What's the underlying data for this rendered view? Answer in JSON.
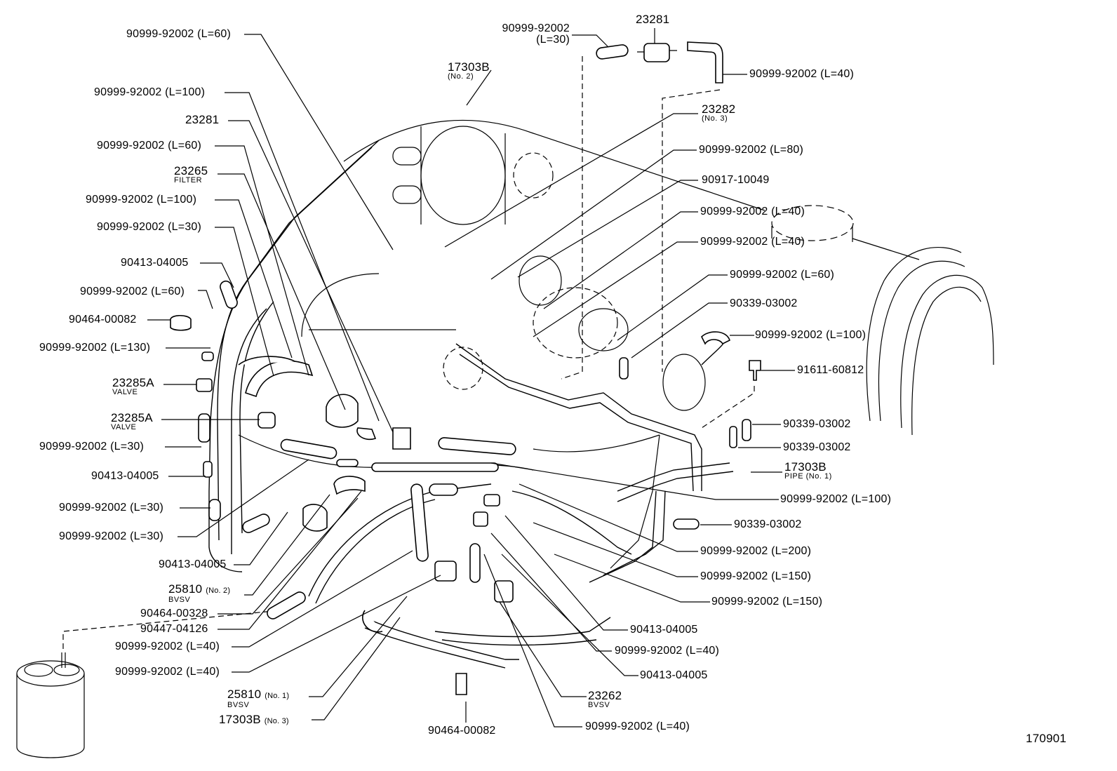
{
  "diagram_id": "170901",
  "labels": [
    {
      "id": "l01",
      "text": "90999-92002 (L=60)"
    },
    {
      "id": "l02",
      "text": "90999-92002 (L=100)"
    },
    {
      "id": "l03",
      "text": "23281"
    },
    {
      "id": "l04",
      "text": "90999-92002 (L=60)"
    },
    {
      "id": "l05",
      "text": "23265",
      "sub": "FILTER"
    },
    {
      "id": "l06",
      "text": "90999-92002 (L=100)"
    },
    {
      "id": "l07",
      "text": "90999-92002 (L=30)"
    },
    {
      "id": "l08",
      "text": "90413-04005"
    },
    {
      "id": "l09",
      "text": "90999-92002 (L=60)"
    },
    {
      "id": "l10",
      "text": "90464-00082"
    },
    {
      "id": "l11",
      "text": "90999-92002 (L=130)"
    },
    {
      "id": "l12",
      "text": "23285A",
      "sub": "VALVE"
    },
    {
      "id": "l13",
      "text": "23285A",
      "sub": "VALVE"
    },
    {
      "id": "l14",
      "text": "90999-92002 (L=30)"
    },
    {
      "id": "l15",
      "text": "90413-04005"
    },
    {
      "id": "l16",
      "text": "90999-92002 (L=30)"
    },
    {
      "id": "l17",
      "text": "90999-92002 (L=30)"
    },
    {
      "id": "l18",
      "text": "90413-04005"
    },
    {
      "id": "l19",
      "text": "25810",
      "note": "(No. 2)",
      "sub": "BVSV"
    },
    {
      "id": "l20",
      "text": "90464-00328"
    },
    {
      "id": "l21",
      "text": "90447-04126"
    },
    {
      "id": "l22",
      "text": "90999-92002 (L=40)"
    },
    {
      "id": "l23",
      "text": "90999-92002 (L=40)"
    },
    {
      "id": "l24",
      "text": "25810",
      "note": "(No. 1)",
      "sub": "BVSV"
    },
    {
      "id": "l25",
      "text": "17303B",
      "note": "(No. 3)"
    },
    {
      "id": "l26",
      "text": "90464-00082"
    },
    {
      "id": "l27",
      "text": "90999-92002",
      "note": "(L=30)"
    },
    {
      "id": "l28",
      "text": "23281"
    },
    {
      "id": "l29",
      "text": "17303B",
      "sub": "(No. 2)"
    },
    {
      "id": "l30",
      "text": "90999-92002 (L=40)"
    },
    {
      "id": "l31",
      "text": "23282",
      "sub": "(No. 3)"
    },
    {
      "id": "l32",
      "text": "90999-92002 (L=80)"
    },
    {
      "id": "l33",
      "text": "90917-10049"
    },
    {
      "id": "l34",
      "text": "90999-92002 (L=40)"
    },
    {
      "id": "l35",
      "text": "90999-92002 (L=40)"
    },
    {
      "id": "l36",
      "text": "90999-92002 (L=60)"
    },
    {
      "id": "l37",
      "text": "90339-03002"
    },
    {
      "id": "l38",
      "text": "90999-92002  (L=100)"
    },
    {
      "id": "l39",
      "text": "91611-60812"
    },
    {
      "id": "l40",
      "text": "90339-03002"
    },
    {
      "id": "l41",
      "text": "90339-03002"
    },
    {
      "id": "l42",
      "text": "17303B",
      "sub": "PIPE (No. 1)"
    },
    {
      "id": "l43",
      "text": "90999-92002  (L=100)"
    },
    {
      "id": "l44",
      "text": "90339-03002"
    },
    {
      "id": "l45",
      "text": "90999-92002 (L=200)"
    },
    {
      "id": "l46",
      "text": "90999-92002 (L=150)"
    },
    {
      "id": "l47",
      "text": "90999-92002 (L=150)"
    },
    {
      "id": "l48",
      "text": "90413-04005"
    },
    {
      "id": "l49",
      "text": "90999-92002 (L=40)"
    },
    {
      "id": "l50",
      "text": "90413-04005"
    },
    {
      "id": "l51",
      "text": "23262",
      "sub": "BVSV"
    },
    {
      "id": "l52",
      "text": "90999-92002 (L=40)"
    }
  ]
}
